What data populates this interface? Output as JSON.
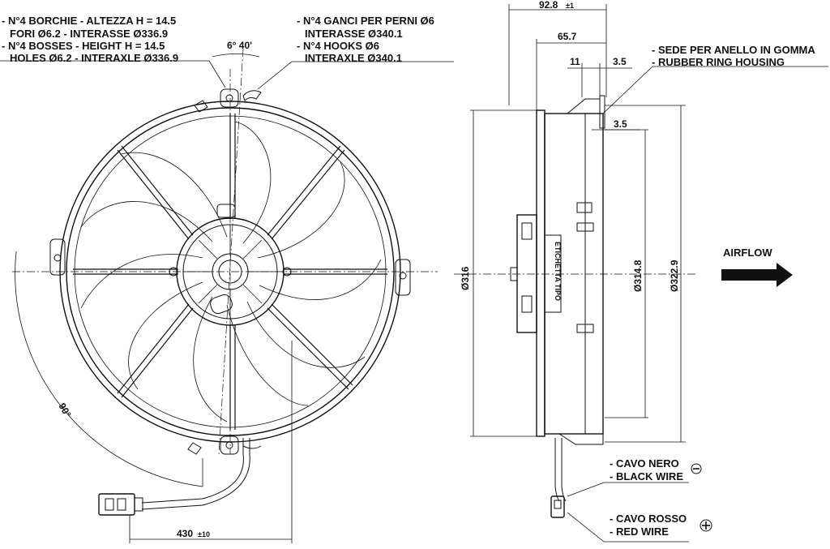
{
  "notes": {
    "bosses_it_1": "- N°4 BORCHIE - ALTEZZA H = 14.5",
    "bosses_it_2": "FORI Ø6.2 - INTERASSE Ø336.9",
    "bosses_en_1": "- N°4 BOSSES - HEIGHT H = 14.5",
    "bosses_en_2": "HOLES Ø6.2 - INTERAXLE Ø336.9",
    "hooks_it_1": "- N°4 GANCI PER PERNI Ø6",
    "hooks_it_2": "INTERASSE Ø340.1",
    "hooks_en_1": "- N°4 HOOKS Ø6",
    "hooks_en_2": "INTERAXLE Ø340.1",
    "ring_it": "- SEDE PER ANELLO IN GOMMA",
    "ring_en": "- RUBBER RING HOUSING",
    "black_it": "- CAVO NERO",
    "black_en": "- BLACK WIRE",
    "red_it": "- CAVO ROSSO",
    "red_en": "- RED WIRE",
    "airflow": "AIRFLOW",
    "sticker": "ETICHETTA TIPO"
  },
  "dimensions": {
    "angle_small": "6° 40'",
    "angle_90": "90°",
    "cable_length": "430",
    "cable_tol": "±10",
    "total_depth": "92.8",
    "total_depth_tol": "±1",
    "depth_657": "65.7",
    "d11": "11",
    "d35a": "3.5",
    "d35b": "3.5",
    "dia316": "Ø316",
    "dia3148": "Ø314.8",
    "dia3229": "Ø322.9"
  },
  "symbols": {
    "minus": "minus-circle-icon",
    "plus": "plus-circle-icon"
  }
}
